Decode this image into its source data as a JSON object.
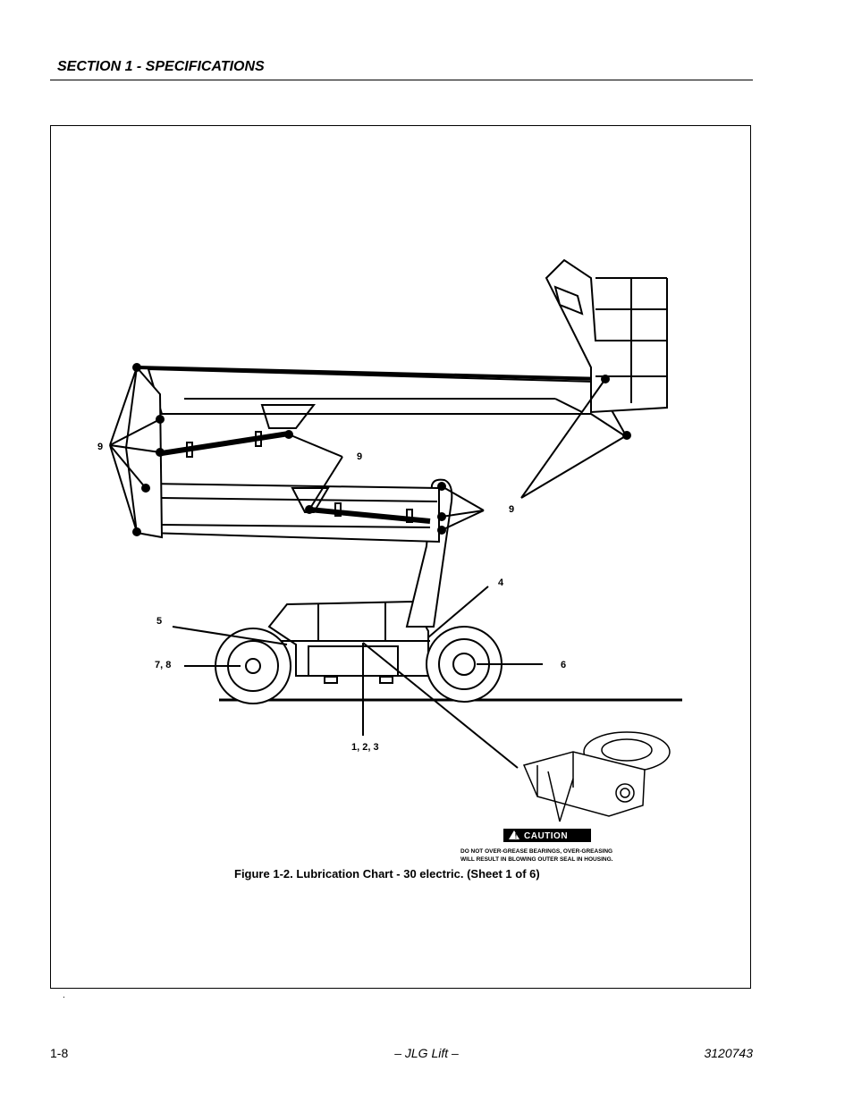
{
  "header": {
    "section_title": "SECTION 1 - SPECIFICATIONS"
  },
  "figure": {
    "caption": "Figure 1-2.  Lubrication Chart - 30 electric. (Sheet 1 of 6)",
    "callouts": {
      "boom_pivots_left": "9",
      "boom_cylinders": "9",
      "platform_pivots": "9",
      "turntable_area": "4",
      "drive_hub": "5",
      "rear_wheel": "7, 8",
      "front_wheel": "6",
      "swing_bearing": "1, 2, 3"
    },
    "caution": {
      "title": "CAUTION",
      "line1": "DO NOT OVER-GREASE BEARINGS, OVER-GREASING",
      "line2": "WILL RESULT IN BLOWING OUTER SEAL IN HOUSING."
    }
  },
  "page_mark": ".",
  "footer": {
    "page_number": "1-8",
    "publisher": "– JLG Lift –",
    "doc_number": "3120743"
  }
}
